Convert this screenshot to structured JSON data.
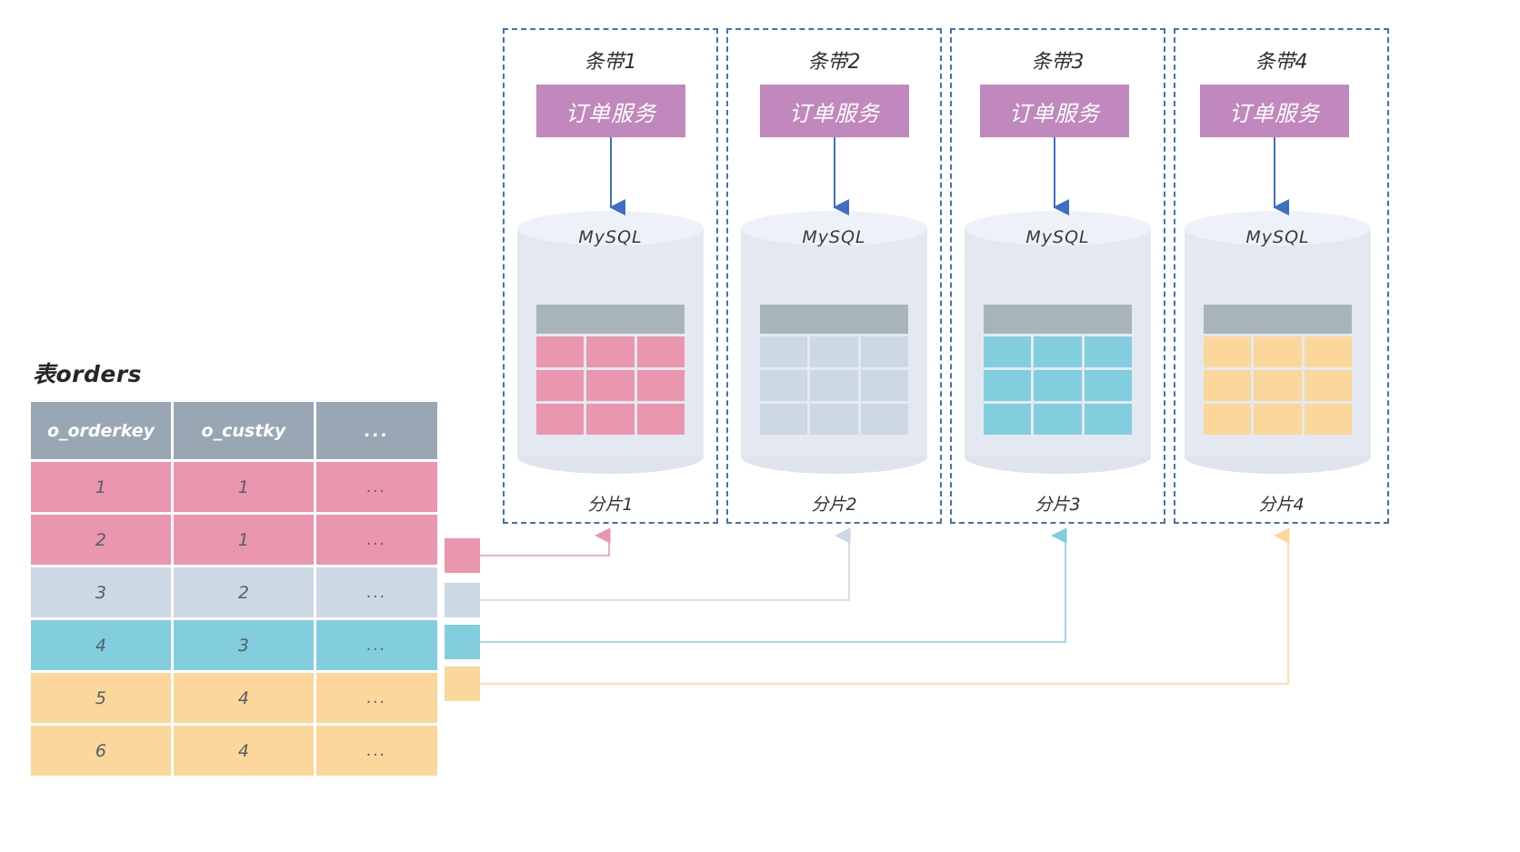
{
  "colors": {
    "pink": "#ea96af",
    "slate": "#ccd9e4",
    "cyan": "#82cedf",
    "yellow": "#fbd79b",
    "purple": "#c188bd",
    "header_gray": "#98a7b3",
    "mini_header_gray": "#a7b4bc",
    "dashed_border": "#4a6fa8",
    "arrow_blue": "#3f6fc4",
    "cylinder_body": "#e4e9f1"
  },
  "table": {
    "title": "表orders",
    "columns": [
      "o_orderkey",
      "o_custky",
      "..."
    ],
    "rows": [
      {
        "o_orderkey": "1",
        "o_custky": "1",
        "more": "...",
        "color_key": "pink"
      },
      {
        "o_orderkey": "2",
        "o_custky": "1",
        "more": "...",
        "color_key": "pink"
      },
      {
        "o_orderkey": "3",
        "o_custky": "2",
        "more": "...",
        "color_key": "slate"
      },
      {
        "o_orderkey": "4",
        "o_custky": "3",
        "more": "...",
        "color_key": "cyan"
      },
      {
        "o_orderkey": "5",
        "o_custky": "4",
        "more": "...",
        "color_key": "yellow"
      },
      {
        "o_orderkey": "6",
        "o_custky": "4",
        "more": "...",
        "color_key": "yellow"
      }
    ]
  },
  "stripes": [
    {
      "stripe_label": "条带1",
      "service_label": "订单服务",
      "db_label": "MySQL",
      "shard_label": "分片1",
      "color_key": "pink"
    },
    {
      "stripe_label": "条带2",
      "service_label": "订单服务",
      "db_label": "MySQL",
      "shard_label": "分片2",
      "color_key": "slate"
    },
    {
      "stripe_label": "条带3",
      "service_label": "订单服务",
      "db_label": "MySQL",
      "shard_label": "分片3",
      "color_key": "cyan"
    },
    {
      "stripe_label": "条带4",
      "service_label": "订单服务",
      "db_label": "MySQL",
      "shard_label": "分片4",
      "color_key": "yellow"
    }
  ],
  "legend": [
    {
      "color_key": "pink",
      "target_shard": "分片1"
    },
    {
      "color_key": "slate",
      "target_shard": "分片2"
    },
    {
      "color_key": "cyan",
      "target_shard": "分片3"
    },
    {
      "color_key": "yellow",
      "target_shard": "分片4"
    }
  ]
}
